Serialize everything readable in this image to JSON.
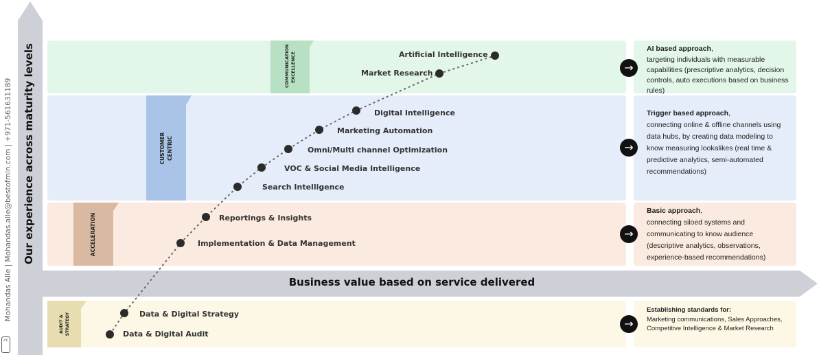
{
  "y_axis_title": "Our experience across maturity levels",
  "x_axis_title": "Business value based on service delivered",
  "credit": "Mohandas Alle | Mohandas.alle@bestofmin.com | +971-561631189",
  "stages": {
    "communication": {
      "tab": "COMMUNICATION EXCELLENCE",
      "color": "#e3f6ea",
      "tab_color": "#b8e0c3"
    },
    "customer": {
      "tab": "CUSTOMER CENTRIC",
      "color": "#e5edfa",
      "tab_color": "#a9c4e6"
    },
    "acceleration": {
      "tab": "ACCELERATION",
      "color": "#fbeadf",
      "tab_color": "#d9b9a1"
    },
    "audit": {
      "tab": "AUDIT & STRATEGY",
      "color": "#fdf8e6",
      "tab_color": "#e7ddb0"
    }
  },
  "descriptions": {
    "ai": {
      "title": "AI based approach",
      "suffix": ",",
      "body": "targeting individuals with measurable capabilities (prescriptive analytics, decision controls, auto executions based on business rules)"
    },
    "trigger": {
      "title": "Trigger based approach",
      "suffix": ",",
      "body": "connecting online & offline channels using data hubs, by creating data modeling to know measuring lookalikes (real time & predictive analytics, semi-automated recommendations)"
    },
    "basic": {
      "title": "Basic approach",
      "suffix": ",",
      "body": "connecting siloed systems and communicating to know audience (descriptive analytics, observations, experience-based recommendations)"
    },
    "standards": {
      "title": "Establishing standards for:",
      "suffix": "",
      "body": "Marketing communications, Sales Approaches, Competitive Intelligence & Market Research"
    }
  },
  "milestones": [
    {
      "label": "Data & Digital Audit",
      "stage": "Audit & Strategy"
    },
    {
      "label": "Data & Digital Strategy",
      "stage": "Audit & Strategy"
    },
    {
      "label": "Implementation & Data Management",
      "stage": "Acceleration"
    },
    {
      "label": "Reportings & Insights",
      "stage": "Acceleration"
    },
    {
      "label": "Search Intelligence",
      "stage": "Customer Centric"
    },
    {
      "label": "VOC & Social Media Intelligence",
      "stage": "Customer Centric"
    },
    {
      "label": "Omni/Multi channel Optimization",
      "stage": "Customer Centric"
    },
    {
      "label": "Marketing Automation",
      "stage": "Customer Centric"
    },
    {
      "label": "Digital Intelligence",
      "stage": "Customer Centric"
    },
    {
      "label": "Market Research",
      "stage": "Communication Excellence"
    },
    {
      "label": "Artificial Intelligence",
      "stage": "Communication Excellence"
    }
  ],
  "colors": {
    "axis": "#cdd0d6",
    "dot": "#2b2b2b",
    "path": "#666666"
  },
  "icons": {
    "go": "arrow-right-icon"
  }
}
